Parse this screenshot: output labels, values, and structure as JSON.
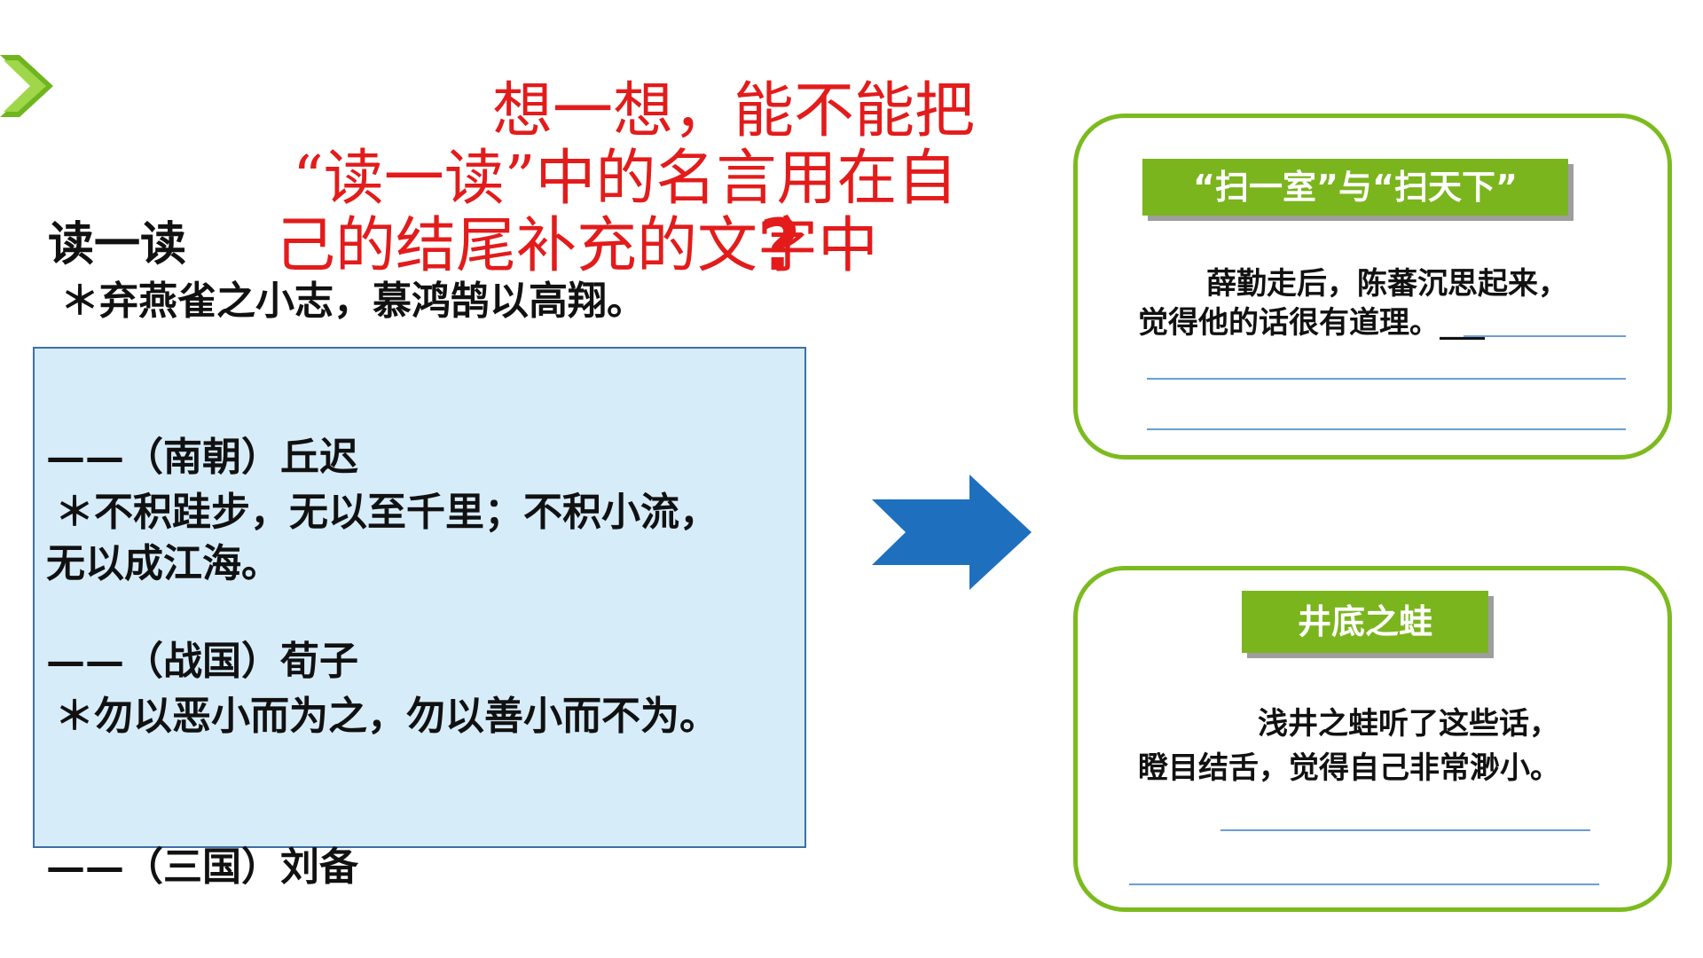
{
  "prompt": {
    "line1": "想一想，能不能把",
    "line2": "“读一读”中的名言用在自",
    "line3": "己的结尾补充的文字中",
    "qmark": "?"
  },
  "read": {
    "title": "读一读",
    "quote1": "＊弃燕雀之小志，慕鸿鹄以高翔。",
    "author1": "——（南朝）丘迟",
    "quote2_line1": "＊不积跬步，无以至千里；不积小流，",
    "quote2_line2": "无以成江海。",
    "author2": "——（战国）荀子",
    "quote3": "＊勿以恶小而为之，勿以善小而不为。",
    "author3": "——（三国）刘备"
  },
  "panels": [
    {
      "banner": "“扫一室”与“扫天下”",
      "line1": "薛勤走后，陈蕃沉思起来，",
      "line2": "觉得他的话很有道理。___"
    },
    {
      "banner": "井底之蛙",
      "line1": "浅井之蛙听了这些话，",
      "line2": "瞪目结舌，觉得自己非常渺小。"
    }
  ],
  "colors": {
    "prompt_red": "#e31b1b",
    "panel_green": "#7cbb1e",
    "banner_green": "#7ab51d",
    "quote_box_bg": "#d7ecf9",
    "arrow_blue": "#1f6fbf"
  },
  "icons": {
    "corner": "green-chevron-icon",
    "arrow": "right-arrow-icon"
  }
}
